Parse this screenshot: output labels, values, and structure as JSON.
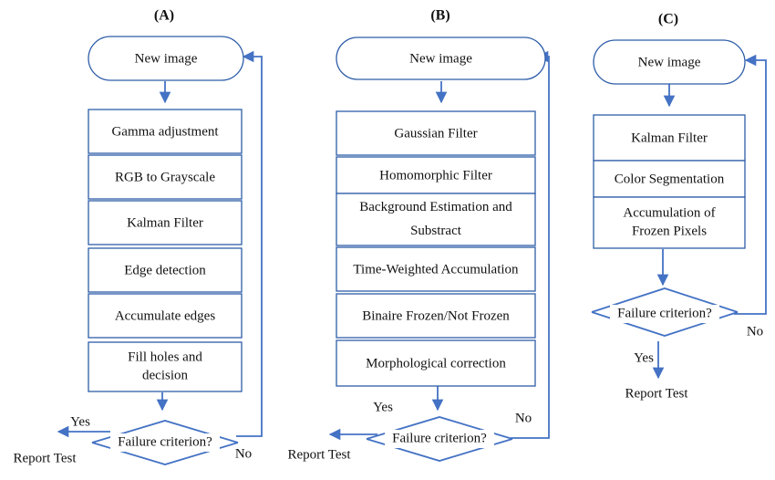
{
  "colors": {
    "stroke": "#4472C4",
    "box_border": "#2E5DA8",
    "text": "#111111",
    "background": "#ffffff"
  },
  "panels": [
    {
      "label": "(A)",
      "start": "New image",
      "steps": [
        "Gamma adjustment",
        "RGB to Grayscale",
        "Kalman Filter",
        "Edge detection",
        "Accumulate edges",
        [
          "Fill holes and",
          "decision"
        ]
      ],
      "decision": "Failure criterion?",
      "yes": "Yes",
      "no": "No",
      "outcome": "Report Test"
    },
    {
      "label": "(B)",
      "start": "New image",
      "steps": [
        "Gaussian Filter",
        "Homomorphic Filter",
        [
          "Background Estimation and",
          "Substract"
        ],
        "Time-Weighted Accumulation",
        "Binaire Frozen/Not Frozen",
        "Morphological correction"
      ],
      "decision": "Failure criterion?",
      "yes": "Yes",
      "no": "No",
      "outcome": "Report Test"
    },
    {
      "label": "(C)",
      "start": "New image",
      "steps": [
        "Kalman Filter",
        "Color Segmentation",
        [
          "Accumulation of",
          "Frozen Pixels"
        ]
      ],
      "decision": "Failure criterion?",
      "yes": "Yes",
      "no": "No",
      "outcome": "Report Test"
    }
  ]
}
